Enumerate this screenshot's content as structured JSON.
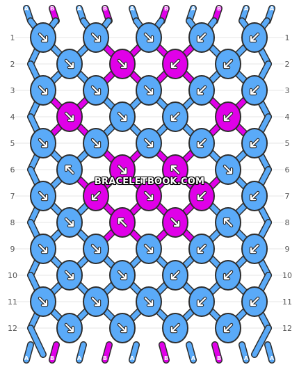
{
  "watermark": "BRACELETBOOK.COM",
  "colors": {
    "A": "#5aaaf8",
    "B": "#e000e8",
    "outline": "#2d2d2d",
    "arrow": "#ffffff"
  },
  "strands_top": [
    "A",
    "B",
    "A",
    "B",
    "A",
    "B",
    "A",
    "B",
    "A",
    "A"
  ],
  "strands_bottom": [
    "A",
    "B",
    "A",
    "B",
    "A",
    "B",
    "A",
    "B",
    "A",
    "A"
  ],
  "row_labels": [
    "1",
    "2",
    "3",
    "4",
    "5",
    "6",
    "7",
    "8",
    "9",
    "10",
    "11",
    "12"
  ],
  "knots": [
    [
      {
        "c": "A",
        "d": "br"
      },
      {
        "c": "A",
        "d": "br"
      },
      {
        "c": "A",
        "d": "br"
      },
      {
        "c": "A",
        "d": "bl"
      },
      {
        "c": "A",
        "d": "bl"
      }
    ],
    [
      {
        "c": "A",
        "d": "br"
      },
      {
        "c": "B",
        "d": "br"
      },
      {
        "c": "B",
        "d": "bl"
      },
      {
        "c": "A",
        "d": "bl"
      }
    ],
    [
      {
        "c": "A",
        "d": "br"
      },
      {
        "c": "A",
        "d": "br"
      },
      {
        "c": "A",
        "d": "br"
      },
      {
        "c": "A",
        "d": "bl"
      },
      {
        "c": "A",
        "d": "bl"
      }
    ],
    [
      {
        "c": "B",
        "d": "br"
      },
      {
        "c": "A",
        "d": "br"
      },
      {
        "c": "A",
        "d": "bl"
      },
      {
        "c": "B",
        "d": "bl"
      }
    ],
    [
      {
        "c": "A",
        "d": "br"
      },
      {
        "c": "A",
        "d": "br"
      },
      {
        "c": "A",
        "d": "br"
      },
      {
        "c": "A",
        "d": "bl"
      },
      {
        "c": "A",
        "d": "bl"
      }
    ],
    [
      {
        "c": "A",
        "d": "ftl"
      },
      {
        "c": "B",
        "d": "fbr"
      },
      {
        "c": "B",
        "d": "ftl"
      },
      {
        "c": "A",
        "d": "fbr"
      }
    ],
    [
      {
        "c": "A",
        "d": "br"
      },
      {
        "c": "B",
        "d": "bl"
      },
      {
        "c": "B",
        "d": "br"
      },
      {
        "c": "B",
        "d": "bl"
      },
      {
        "c": "A",
        "d": "bl"
      }
    ],
    [
      {
        "c": "A",
        "d": "fbr"
      },
      {
        "c": "B",
        "d": "ftl"
      },
      {
        "c": "B",
        "d": "fbr"
      },
      {
        "c": "A",
        "d": "ftl"
      }
    ],
    [
      {
        "c": "A",
        "d": "br"
      },
      {
        "c": "A",
        "d": "br"
      },
      {
        "c": "A",
        "d": "br"
      },
      {
        "c": "A",
        "d": "bl"
      },
      {
        "c": "A",
        "d": "bl"
      }
    ],
    [
      {
        "c": "A",
        "d": "br"
      },
      {
        "c": "A",
        "d": "br"
      },
      {
        "c": "A",
        "d": "bl"
      },
      {
        "c": "A",
        "d": "bl"
      }
    ],
    [
      {
        "c": "A",
        "d": "br"
      },
      {
        "c": "A",
        "d": "br"
      },
      {
        "c": "A",
        "d": "br"
      },
      {
        "c": "A",
        "d": "bl"
      },
      {
        "c": "A",
        "d": "bl"
      }
    ],
    [
      {
        "c": "A",
        "d": "br"
      },
      {
        "c": "A",
        "d": "br"
      },
      {
        "c": "A",
        "d": "bl"
      },
      {
        "c": "A",
        "d": "bl"
      }
    ]
  ]
}
